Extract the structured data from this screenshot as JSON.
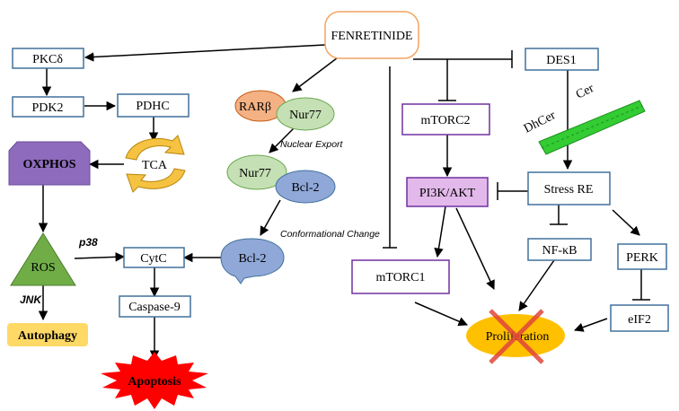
{
  "nodes": {
    "fenretinide": "FENRETINIDE",
    "pkcd": "PKCδ",
    "pdk2": "PDK2",
    "pdhc": "PDHC",
    "tca": "TCA",
    "oxphos": "OXPHOS",
    "ros": "ROS",
    "autophagy": "Autophagy",
    "rarb": "RARβ",
    "nur77_a": "Nur77",
    "nur77_b": "Nur77",
    "bcl2_a": "Bcl-2",
    "bcl2_b": "Bcl-2",
    "cytc": "CytC",
    "caspase9": "Caspase-9",
    "apoptosis": "Apoptosis",
    "mtorc2": "mTORC2",
    "pi3k_akt": "PI3K/AKT",
    "mtorc1": "mTORC1",
    "des1": "DES1",
    "dhcer": "DhCer",
    "cer": "Cer",
    "stress_re": "Stress RE",
    "nfkb": "NF-κB",
    "perk": "PERK",
    "eif2": "eIF2",
    "proliferation": "Proliferation"
  },
  "edge_labels": {
    "nuclear_export": "Nuclear Export",
    "conformational_change": "Conformational Change",
    "p38": "p38",
    "jnk": "JNK"
  },
  "colors": {
    "box_border": "#41719c",
    "purple_border": "#7030a0",
    "oxphos_fill": "#8e6bbd",
    "ros_fill": "#70ad47",
    "autophagy_fill": "#ffd966",
    "rarb_fill": "#f4b183",
    "nur77_fill": "#c5e0b4",
    "bcl2_fill": "#8fa8d8",
    "pi3k_fill": "#e2b9ea",
    "apoptosis_fill": "#ff0000",
    "proliferation_fill": "#ffc000",
    "cross_color": "#e0473a",
    "membrane_fill": "#33cc33",
    "tca_arrow_fill": "#f5c242"
  }
}
